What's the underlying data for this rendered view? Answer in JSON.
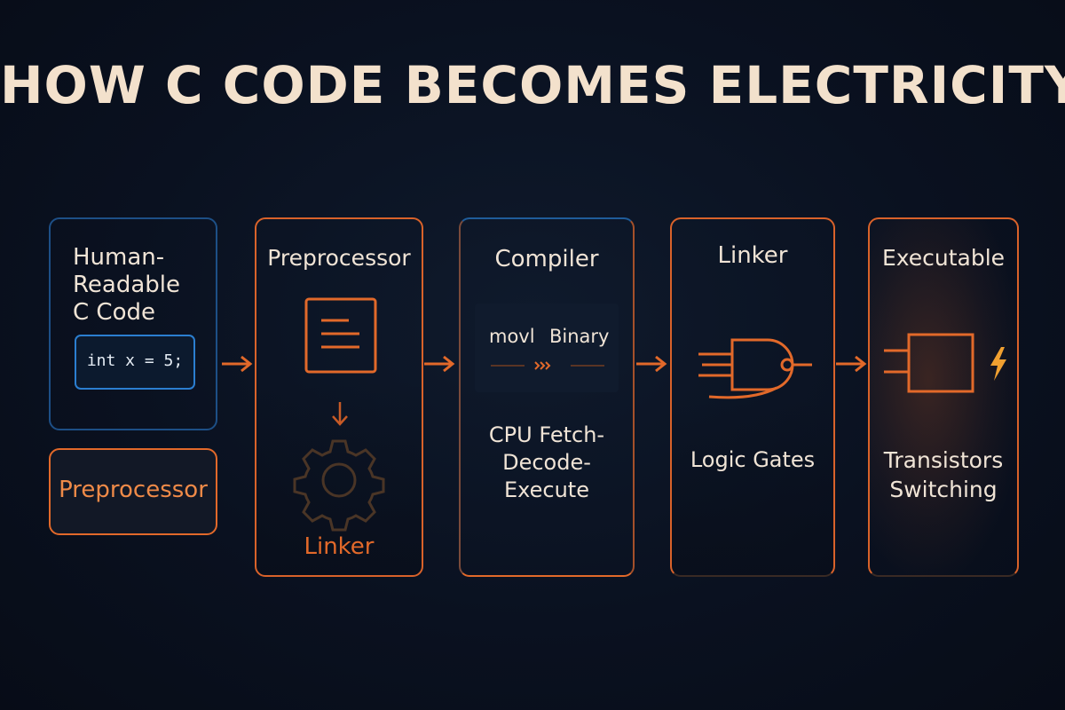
{
  "title": "HOW C CODE BECOMES ELECTRICITY",
  "stages": {
    "source": {
      "label_lines": [
        "Human-",
        "Readable",
        "C Code"
      ],
      "code": "int x = 5;"
    },
    "preprocessor_box": {
      "label": "Preprocessor"
    },
    "preprocessor": {
      "label": "Preprocessor",
      "sub_label": "Linker"
    },
    "compiler": {
      "label": "Compiler",
      "left_token": "movl",
      "right_token": "Binary",
      "desc_lines": [
        "CPU Fetch-",
        "Decode-",
        "Execute"
      ]
    },
    "linker": {
      "label": "Linker",
      "desc": "Logic Gates"
    },
    "executable": {
      "label": "Executable",
      "desc_lines": [
        "Transistors",
        "Switching"
      ]
    }
  },
  "colors": {
    "background": "#0a1120",
    "accent_orange": "#e2692a",
    "accent_blue": "#1f5c9a",
    "text": "#f0e4d6",
    "title": "#f3e1cc"
  },
  "icons": [
    "document-lines-icon",
    "down-arrow-icon",
    "gear-icon",
    "fast-forward-icon",
    "and-gate-icon",
    "chip-icon",
    "lightning-icon",
    "right-arrow-icon"
  ]
}
